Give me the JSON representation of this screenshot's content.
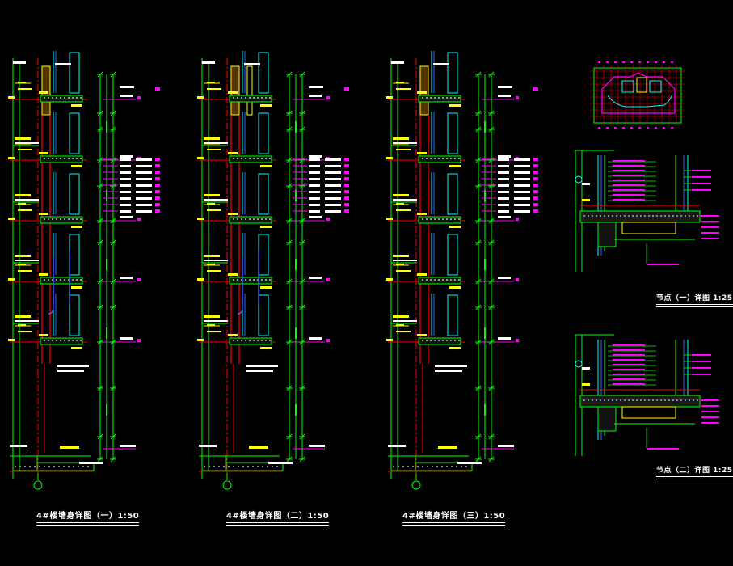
{
  "drawing": {
    "sections": [
      {
        "title": "4#楼墙身详图（一）1:50"
      },
      {
        "title": "4#楼墙身详图（二）1:50"
      },
      {
        "title": "4#楼墙身详图（三）1:50"
      }
    ],
    "nodes": [
      {
        "title": "节点（一）详图 1:25"
      },
      {
        "title": "节点（二）详图 1:25"
      }
    ],
    "colors": {
      "background": "#000000",
      "line_green": "#00ff00",
      "line_yellow": "#ffff00",
      "line_magenta": "#ff00ff",
      "line_cyan": "#00ffff",
      "line_red": "#ff0000",
      "line_blue": "#3366ff",
      "text_white": "#ffffff"
    }
  }
}
